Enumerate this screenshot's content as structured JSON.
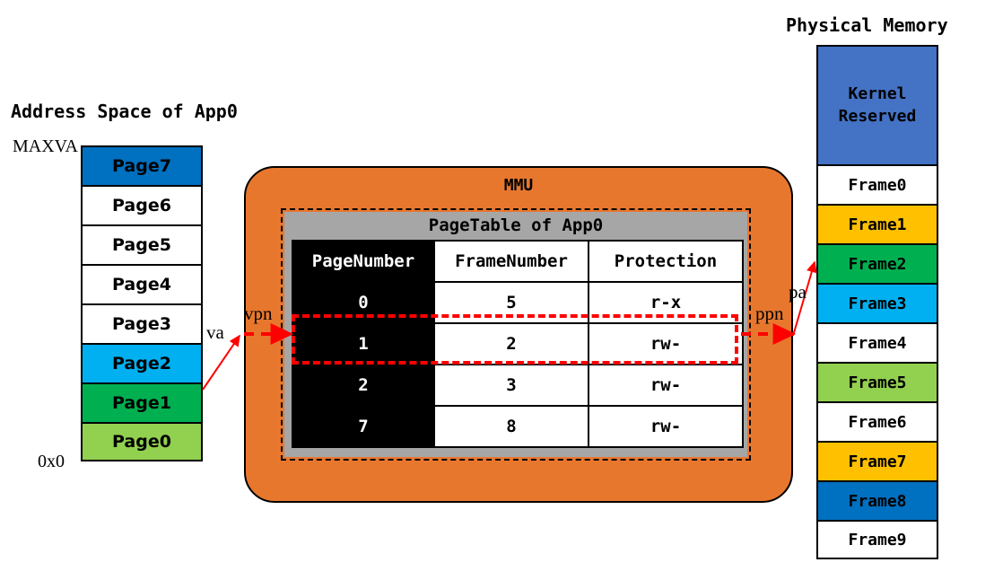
{
  "colors": {
    "orange": "#E8772E",
    "gray_panel": "#A6A6A6",
    "red": "#FF0000",
    "dark_blue": "#0070C0",
    "cyan": "#00B0F0",
    "green": "#00B050",
    "light_green": "#92D050",
    "amber": "#FFC000",
    "kernel_blue": "#4472C4",
    "white": "#FFFFFF",
    "black": "#000000"
  },
  "virtual_space": {
    "title": "Address Space of App0",
    "top_label": "MAXVA",
    "bottom_label": "0x0",
    "pages": [
      {
        "label": "Page7",
        "color": "#0070C0"
      },
      {
        "label": "Page6",
        "color": "#FFFFFF"
      },
      {
        "label": "Page5",
        "color": "#FFFFFF"
      },
      {
        "label": "Page4",
        "color": "#FFFFFF"
      },
      {
        "label": "Page3",
        "color": "#FFFFFF"
      },
      {
        "label": "Page2",
        "color": "#00B0F0"
      },
      {
        "label": "Page1",
        "color": "#00B050"
      },
      {
        "label": "Page0",
        "color": "#92D050"
      }
    ]
  },
  "mmu": {
    "title": "MMU",
    "pagetable": {
      "title": "PageTable of App0",
      "columns": [
        "PageNumber",
        "FrameNumber",
        "Protection"
      ],
      "rows": [
        {
          "page_number": "0",
          "frame_number": "5",
          "protection": "r-x"
        },
        {
          "page_number": "1",
          "frame_number": "2",
          "protection": "rw-"
        },
        {
          "page_number": "2",
          "frame_number": "3",
          "protection": "rw-"
        },
        {
          "page_number": "7",
          "frame_number": "8",
          "protection": "rw-"
        }
      ],
      "highlighted_row_index": 1
    }
  },
  "physical_memory": {
    "title": "Physical Memory",
    "kernel": {
      "line1": "Kernel",
      "line2": "Reserved",
      "color": "#4472C4"
    },
    "frames": [
      {
        "label": "Frame0",
        "color": "#FFFFFF"
      },
      {
        "label": "Frame1",
        "color": "#FFC000"
      },
      {
        "label": "Frame2",
        "color": "#00B050"
      },
      {
        "label": "Frame3",
        "color": "#00B0F0"
      },
      {
        "label": "Frame4",
        "color": "#FFFFFF"
      },
      {
        "label": "Frame5",
        "color": "#92D050"
      },
      {
        "label": "Frame6",
        "color": "#FFFFFF"
      },
      {
        "label": "Frame7",
        "color": "#FFC000"
      },
      {
        "label": "Frame8",
        "color": "#0070C0"
      },
      {
        "label": "Frame9",
        "color": "#FFFFFF"
      }
    ]
  },
  "annotations": {
    "va": "va",
    "vpn": "vpn",
    "ppn": "ppn",
    "pa": "pa"
  }
}
